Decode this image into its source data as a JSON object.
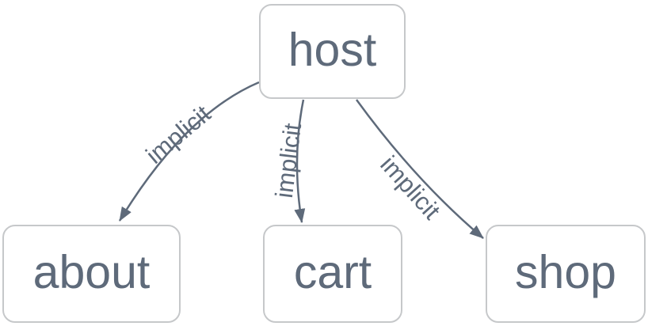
{
  "diagram": {
    "type": "graph",
    "direction": "top-down",
    "nodes": [
      {
        "id": "host",
        "label": "host"
      },
      {
        "id": "about",
        "label": "about"
      },
      {
        "id": "cart",
        "label": "cart"
      },
      {
        "id": "shop",
        "label": "shop"
      }
    ],
    "edges": [
      {
        "from": "host",
        "to": "about",
        "label": "implicit"
      },
      {
        "from": "host",
        "to": "cart",
        "label": "implicit"
      },
      {
        "from": "host",
        "to": "shop",
        "label": "implicit"
      }
    ],
    "colors": {
      "node_fill": "#ffffff",
      "node_border": "#c6c8ca",
      "text": "#5e6a7a",
      "edge": "#5e6a7a"
    }
  }
}
